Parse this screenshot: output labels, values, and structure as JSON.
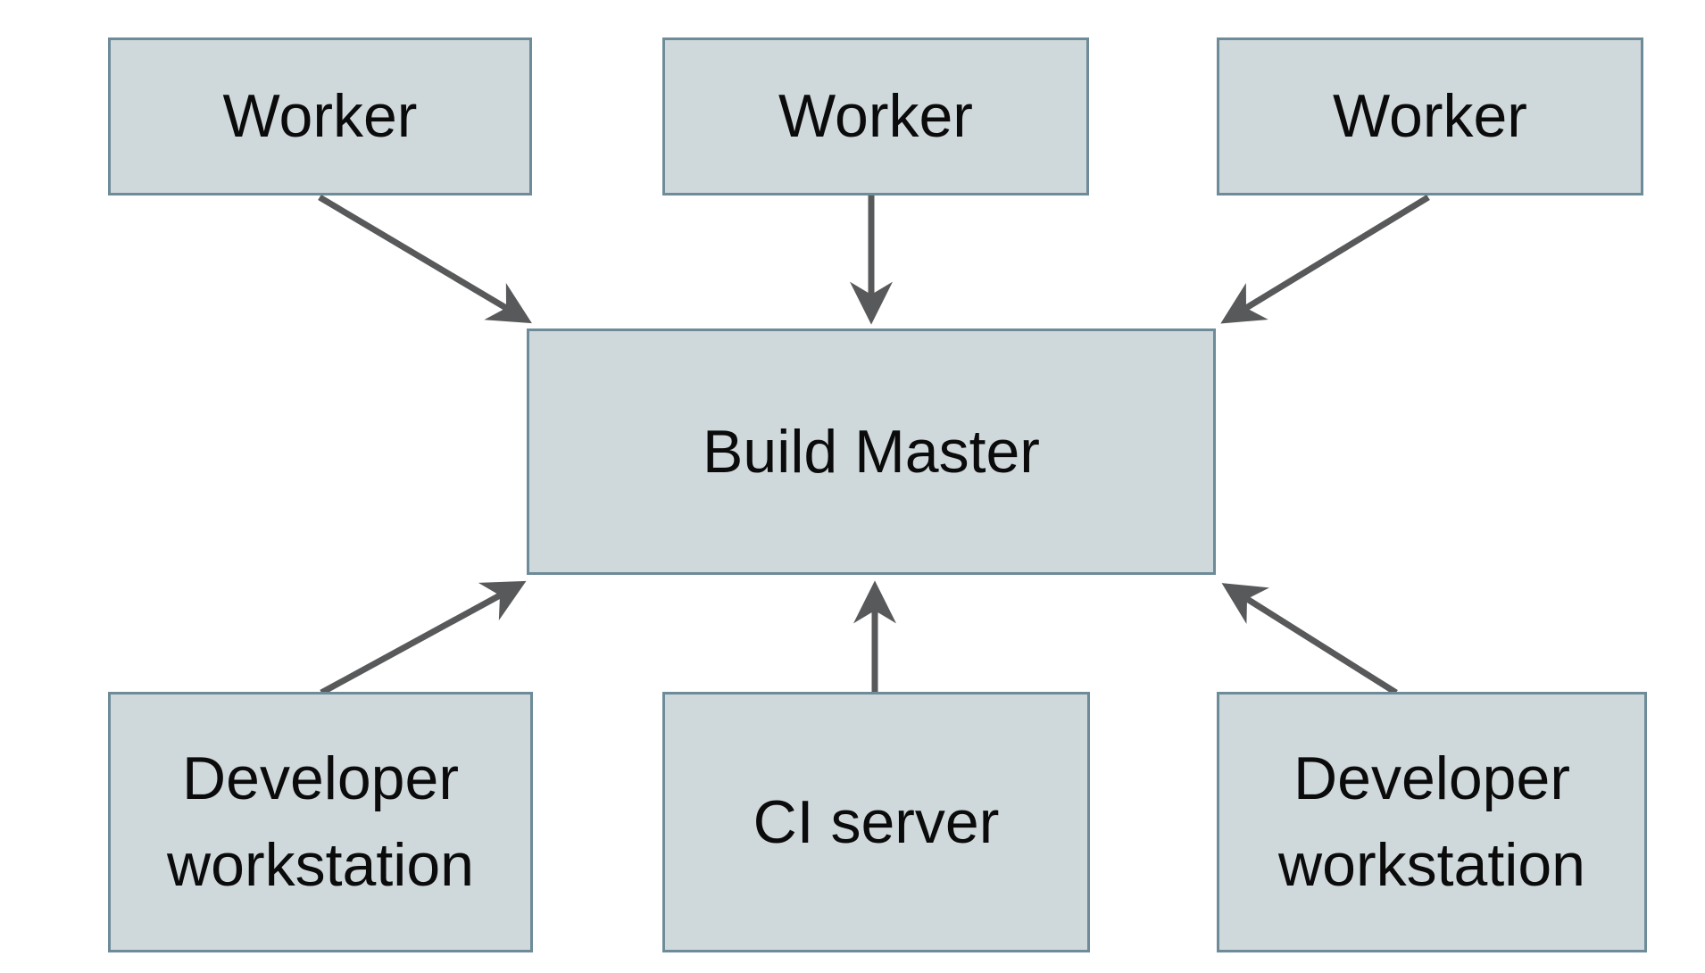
{
  "diagram": {
    "type": "architecture-diagram",
    "background_color": "#ffffff",
    "node_fill_color": "#cfd8db",
    "node_border_color": "#6d8b98",
    "arrow_color": "#58595a",
    "text_color": "#0b0b0b",
    "nodes": {
      "worker1": {
        "label": "Worker"
      },
      "worker2": {
        "label": "Worker"
      },
      "worker3": {
        "label": "Worker"
      },
      "buildMaster": {
        "label": "Build Master"
      },
      "devWorkstationLeft": {
        "label": "Developer workstation"
      },
      "ciServer": {
        "label": "CI server"
      },
      "devWorkstationRight": {
        "label": "Developer workstation"
      }
    },
    "edges": [
      {
        "from": "Worker (left)",
        "to": "Build Master"
      },
      {
        "from": "Worker (center)",
        "to": "Build Master"
      },
      {
        "from": "Worker (right)",
        "to": "Build Master"
      },
      {
        "from": "Developer workstation (left)",
        "to": "Build Master"
      },
      {
        "from": "CI server",
        "to": "Build Master"
      },
      {
        "from": "Developer workstation (right)",
        "to": "Build Master"
      }
    ]
  }
}
